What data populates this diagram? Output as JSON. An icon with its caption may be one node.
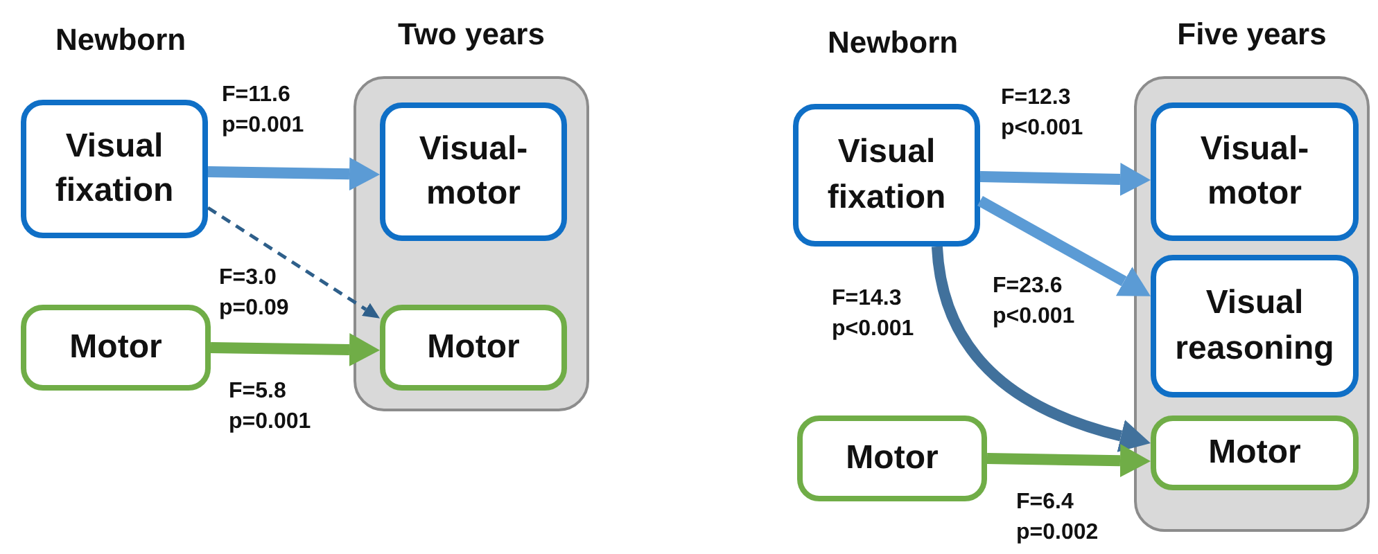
{
  "diagram": {
    "nodes": [
      {
        "text": [
          "Visual fixation"
        ]
      },
      {
        "text": [
          "Motor"
        ]
      },
      {
        "text": [
          "Two years"
        ]
      },
      {
        "text": [
          "Visual-motor"
        ],
        "in": 2
      },
      {
        "text": [
          "Motor"
        ],
        "in": 2
      },
      {
        "text": [
          "Visual fixation"
        ]
      },
      {
        "text": [
          "Motor"
        ]
      },
      {
        "text": [
          "Five years"
        ]
      },
      {
        "text": [
          "Visual-motor"
        ],
        "in": 7
      },
      {
        "text": [
          "Visual reasoning"
        ],
        "in": 7
      },
      {
        "text": [
          "Motor"
        ],
        "in": 7
      }
    ],
    "edges": [
      {
        "from": 0,
        "to": 3,
        "arrow": "to",
        "label": "F=11.6 p=0.001",
        "color": "#5b9bd5"
      },
      {
        "from": 0,
        "to": 4,
        "arrow": "to",
        "label": "F=3.0 p=0.09",
        "style": "dashed",
        "color": "#2e5f8a"
      },
      {
        "from": 1,
        "to": 4,
        "arrow": "to",
        "label": "F=5.8 p=0.001",
        "color": "#70ad47"
      },
      {
        "from": 5,
        "to": 8,
        "arrow": "to",
        "label": "F=12.3 p<0.001",
        "color": "#5b9bd5"
      },
      {
        "from": 5,
        "to": 9,
        "arrow": "to",
        "label": "F=23.6 p<0.001",
        "color": "#5b9bd5"
      },
      {
        "from": 5,
        "to": 10,
        "arrow": "to",
        "label": "F=14.3 p<0.001",
        "color": "#41719c"
      },
      {
        "from": 6,
        "to": 10,
        "arrow": "to",
        "label": "F=6.4 p=0.002",
        "color": "#70ad47"
      }
    ],
    "labels": [
      "Newborn",
      "Newborn"
    ]
  }
}
